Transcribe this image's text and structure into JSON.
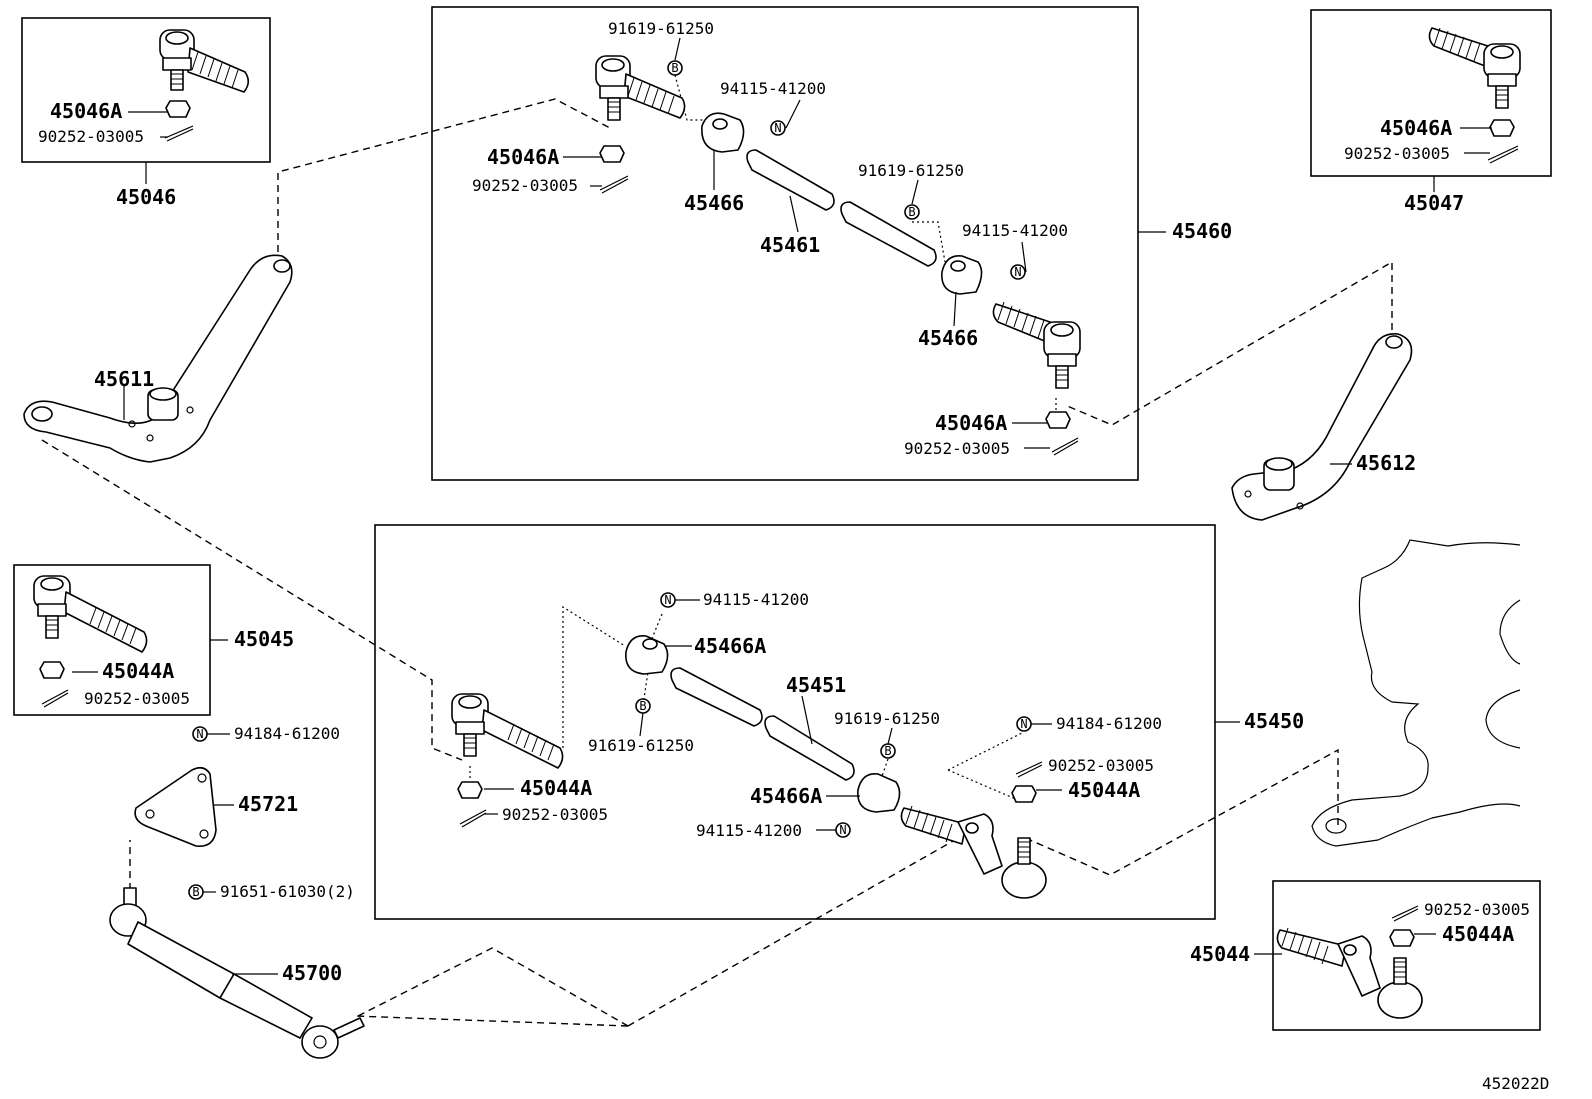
{
  "parts": {
    "p45046": "45046",
    "p45046A_top_left": "45046A",
    "p90252_top_left": "90252-03005",
    "p45460": "45460",
    "p91619_a": "91619-61250",
    "p94115_a": "94115-41200",
    "p45046A_mid": "45046A",
    "p90252_mid": "90252-03005",
    "p45466_a": "45466",
    "p45461": "45461",
    "p91619_b": "91619-61250",
    "p94115_b": "94115-41200",
    "p45466_b": "45466",
    "p45046A_right": "45046A",
    "p90252_right": "90252-03005",
    "p45047": "45047",
    "p45046A_top_right": "45046A",
    "p90252_top_right": "90252-03005",
    "p45611": "45611",
    "p45612": "45612",
    "p45045": "45045",
    "p45044A_box": "45044A",
    "p90252_box": "90252-03005",
    "p94184_left": "94184-61200",
    "p45721": "45721",
    "p91651": "91651-61030(2)",
    "p45700": "45700",
    "p45450": "45450",
    "p94115_c": "94115-41200",
    "p45466A_a": "45466A",
    "p45451": "45451",
    "p91619_c": "91619-61250",
    "p91619_d": "91619-61250",
    "p45044A_lower": "45044A",
    "p90252_lower": "90252-03005",
    "p94184_right": "94184-61200",
    "p90252_lower_right": "90252-03005",
    "p45044A_lower_right": "45044A",
    "p45466A_b": "45466A",
    "p94115_d": "94115-41200",
    "p45044": "45044",
    "p90252_br": "90252-03005",
    "p45044A_br": "45044A"
  },
  "markers": {
    "bolt": "B",
    "nut": "N"
  },
  "diagram_code": "452022D"
}
